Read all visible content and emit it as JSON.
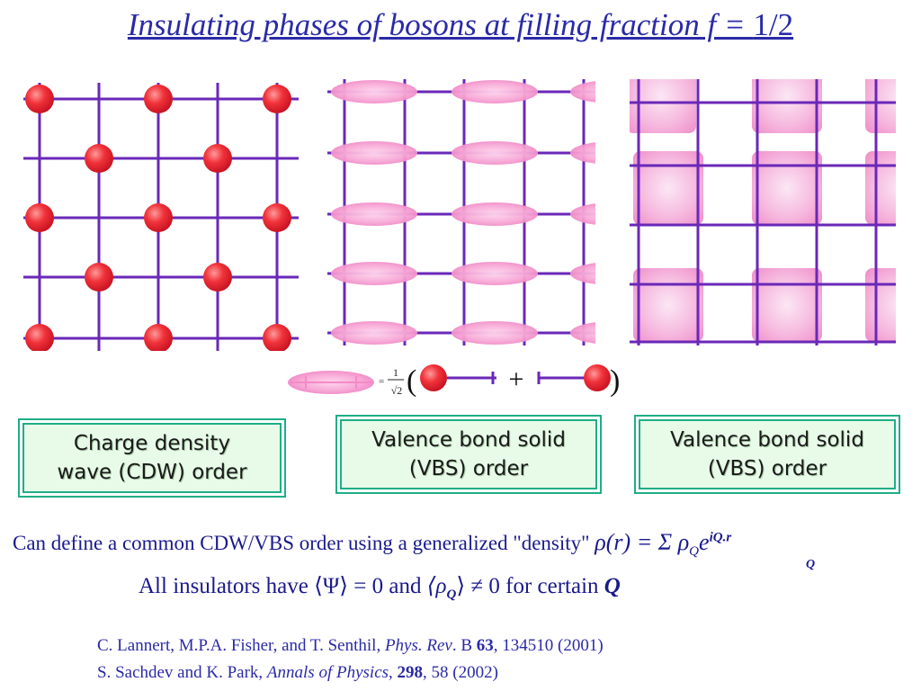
{
  "title": {
    "text": "Insulating phases of bosons at filling fraction f = ",
    "fraction": "1/2"
  },
  "legend": {
    "equals_prefix": "=",
    "numerator": "1",
    "denominator": "√2",
    "open_paren": "(",
    "plus": "+",
    "close_paren": ")"
  },
  "boxes": [
    {
      "line1": "Charge density",
      "line2": "wave (CDW) order"
    },
    {
      "line1": "Valence bond solid",
      "line2": "(VBS) order"
    },
    {
      "line1": "Valence bond solid",
      "line2": "(VBS) order"
    }
  ],
  "text": {
    "line1_prefix": "Can define a common CDW/VBS order using a generalized \"density\"",
    "line1_math": "ρ(r) = Σ ρ",
    "line1_sub_q": "Q",
    "line1_exp_base": "e",
    "line1_exp": "iQ.r",
    "line1_sum_sub": "Q",
    "line2_prefix": "All insulators have",
    "line2_math1": "⟨Ψ⟩ = 0",
    "line2_and": "and",
    "line2_math2": "⟨ρ",
    "line2_math2_sub": "Q",
    "line2_math2_end": "⟩ ≠ 0",
    "line2_suffix": "for certain",
    "line2_q": "Q"
  },
  "references": [
    {
      "authors": "C. Lannert, M.P.A. Fisher, and T. Senthil, ",
      "journal": "Phys. Rev",
      "series": ". B ",
      "volume": "63",
      "rest": ", 134510 (2001)"
    },
    {
      "authors": "S. Sachdev and K. Park, ",
      "journal": "Annals of Physics",
      "series": ", ",
      "volume": "298",
      "rest": ", 58 (2002)"
    }
  ],
  "colors": {
    "lattice": "#6a28b8",
    "site": "#e8303a",
    "bond": "#f48ac8",
    "box_border": "#1fae86",
    "box_fill": "#e8fae8",
    "title": "#2a2aa8",
    "text": "#1a1a8c"
  }
}
